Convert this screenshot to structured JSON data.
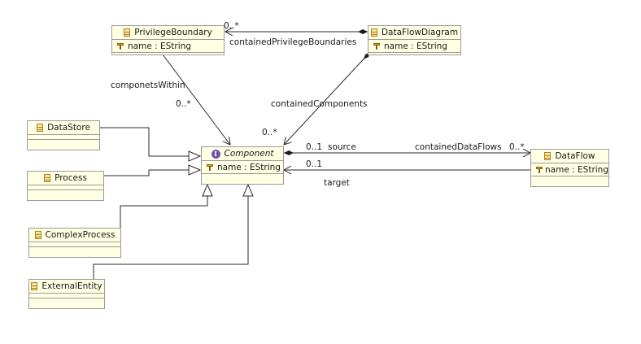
{
  "classes": {
    "privilege_boundary": {
      "name": "PrivilegeBoundary",
      "attr": "name : EString",
      "icon": "class-icon"
    },
    "data_flow_diagram": {
      "name": "DataFlowDiagram",
      "attr": "name : EString",
      "icon": "class-icon"
    },
    "component": {
      "name": "Component",
      "attr": "name : EString",
      "icon": "interface-icon",
      "abstract": true
    },
    "data_store": {
      "name": "DataStore",
      "icon": "class-icon"
    },
    "process": {
      "name": "Process",
      "icon": "class-icon"
    },
    "complex_process": {
      "name": "ComplexProcess",
      "icon": "class-icon"
    },
    "external_entity": {
      "name": "ExternalEntity",
      "icon": "class-icon"
    },
    "data_flow": {
      "name": "DataFlow",
      "attr": "name : EString",
      "icon": "class-icon"
    }
  },
  "edge_labels": {
    "contained_privilege_boundaries": "containedPrivilegeBoundaries",
    "contained_privilege_boundaries_mult": "0..*",
    "componets_within": "componetsWithin",
    "componets_within_mult": "0..*",
    "contained_components": "containedComponents",
    "contained_components_mult": "0..*",
    "source": "source",
    "source_mult": "0..1",
    "contained_data_flows": "containedDataFlows",
    "contained_data_flows_mult": "0..*",
    "target": "target",
    "target_mult": "0..1"
  },
  "colors": {
    "class_fill": "#ffffe3",
    "class_border": "#9a9a9a",
    "edge": "#2a2a2a",
    "interface_icon": "#6d52a8",
    "class_icon": "#f7e3a3"
  }
}
